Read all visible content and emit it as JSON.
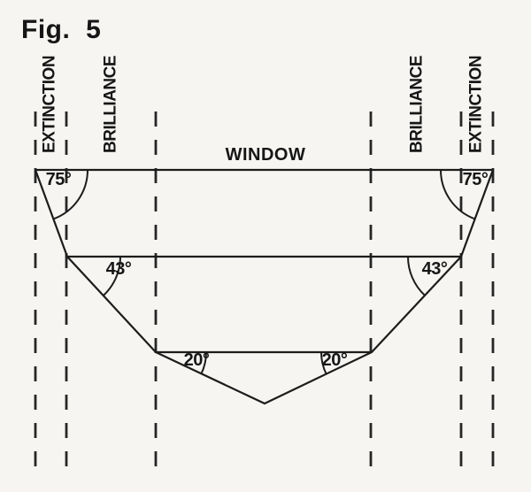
{
  "figure": {
    "label": "Fig. 5"
  },
  "zones": {
    "extinction_left": "EXTINCTION",
    "brilliance_left": "BRILLIANCE",
    "window": "WINDOW",
    "brilliance_right": "BRILLIANCE",
    "extinction_right": "EXTINCTION"
  },
  "angles": {
    "crown_left": "75°",
    "crown_right": "75°",
    "mid_left": "43°",
    "mid_right": "43°",
    "pavilion_left": "20°",
    "pavilion_right": "20°"
  },
  "colors": {
    "ink": "#1c1c1c",
    "dash_ink": "#262626",
    "paper": "#f6f5f2"
  }
}
